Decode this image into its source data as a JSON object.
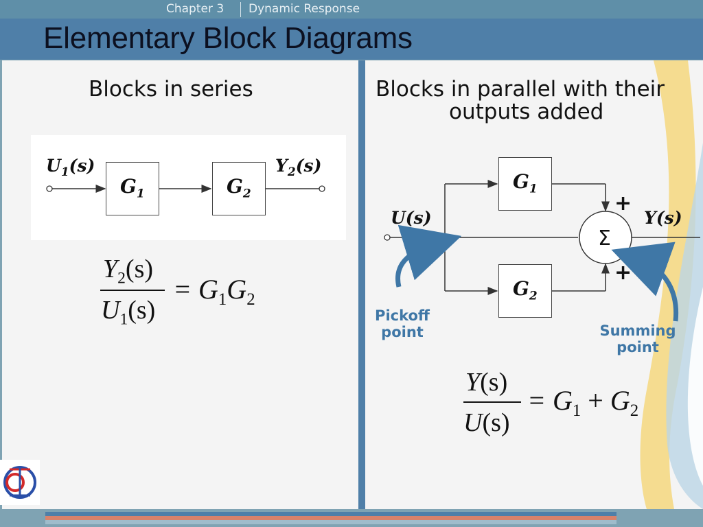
{
  "header": {
    "chapter": "Chapter 3",
    "subject": "Dynamic Response",
    "title": "Elementary Block Diagrams"
  },
  "left": {
    "heading": "Blocks in series",
    "diagram": {
      "input": "U",
      "input_sub": "1",
      "block1": "G",
      "block1_sub": "1",
      "block2": "G",
      "block2_sub": "2",
      "output": "Y",
      "output_sub": "2",
      "arg": "(s)"
    },
    "equation": {
      "num_var": "Y",
      "num_sub": "2",
      "den_var": "U",
      "den_sub": "1",
      "arg": "(s)",
      "rhs": "= G",
      "rhs_sub1": "1",
      "rhs_var2": "G",
      "rhs_sub2": "2"
    }
  },
  "right": {
    "heading_line1": "Blocks in parallel with their",
    "heading_line2": "outputs added",
    "diagram": {
      "input": "U(s)",
      "output": "Y(s)",
      "block1": "G",
      "block1_sub": "1",
      "block2": "G",
      "block2_sub": "2",
      "sum_symbol": "Σ",
      "plus_top": "+",
      "plus_bottom": "+"
    },
    "pickoff_line1": "Pickoff",
    "pickoff_line2": "point",
    "summing_line1": "Summing",
    "summing_line2": "point",
    "equation": {
      "num": "Y",
      "den": "U",
      "arg": "(s)",
      "rhs1": "= G",
      "rhs_sub1": "1",
      "plus": "+",
      "rhs2": "G",
      "rhs_sub2": "2"
    }
  },
  "colors": {
    "title_bar": "#4f7fa8",
    "annotation": "#3f77a6",
    "accent_yellow": "#f5d77e",
    "footer_orange": "#d9826a"
  },
  "logo_icon": "college-seal-icon"
}
